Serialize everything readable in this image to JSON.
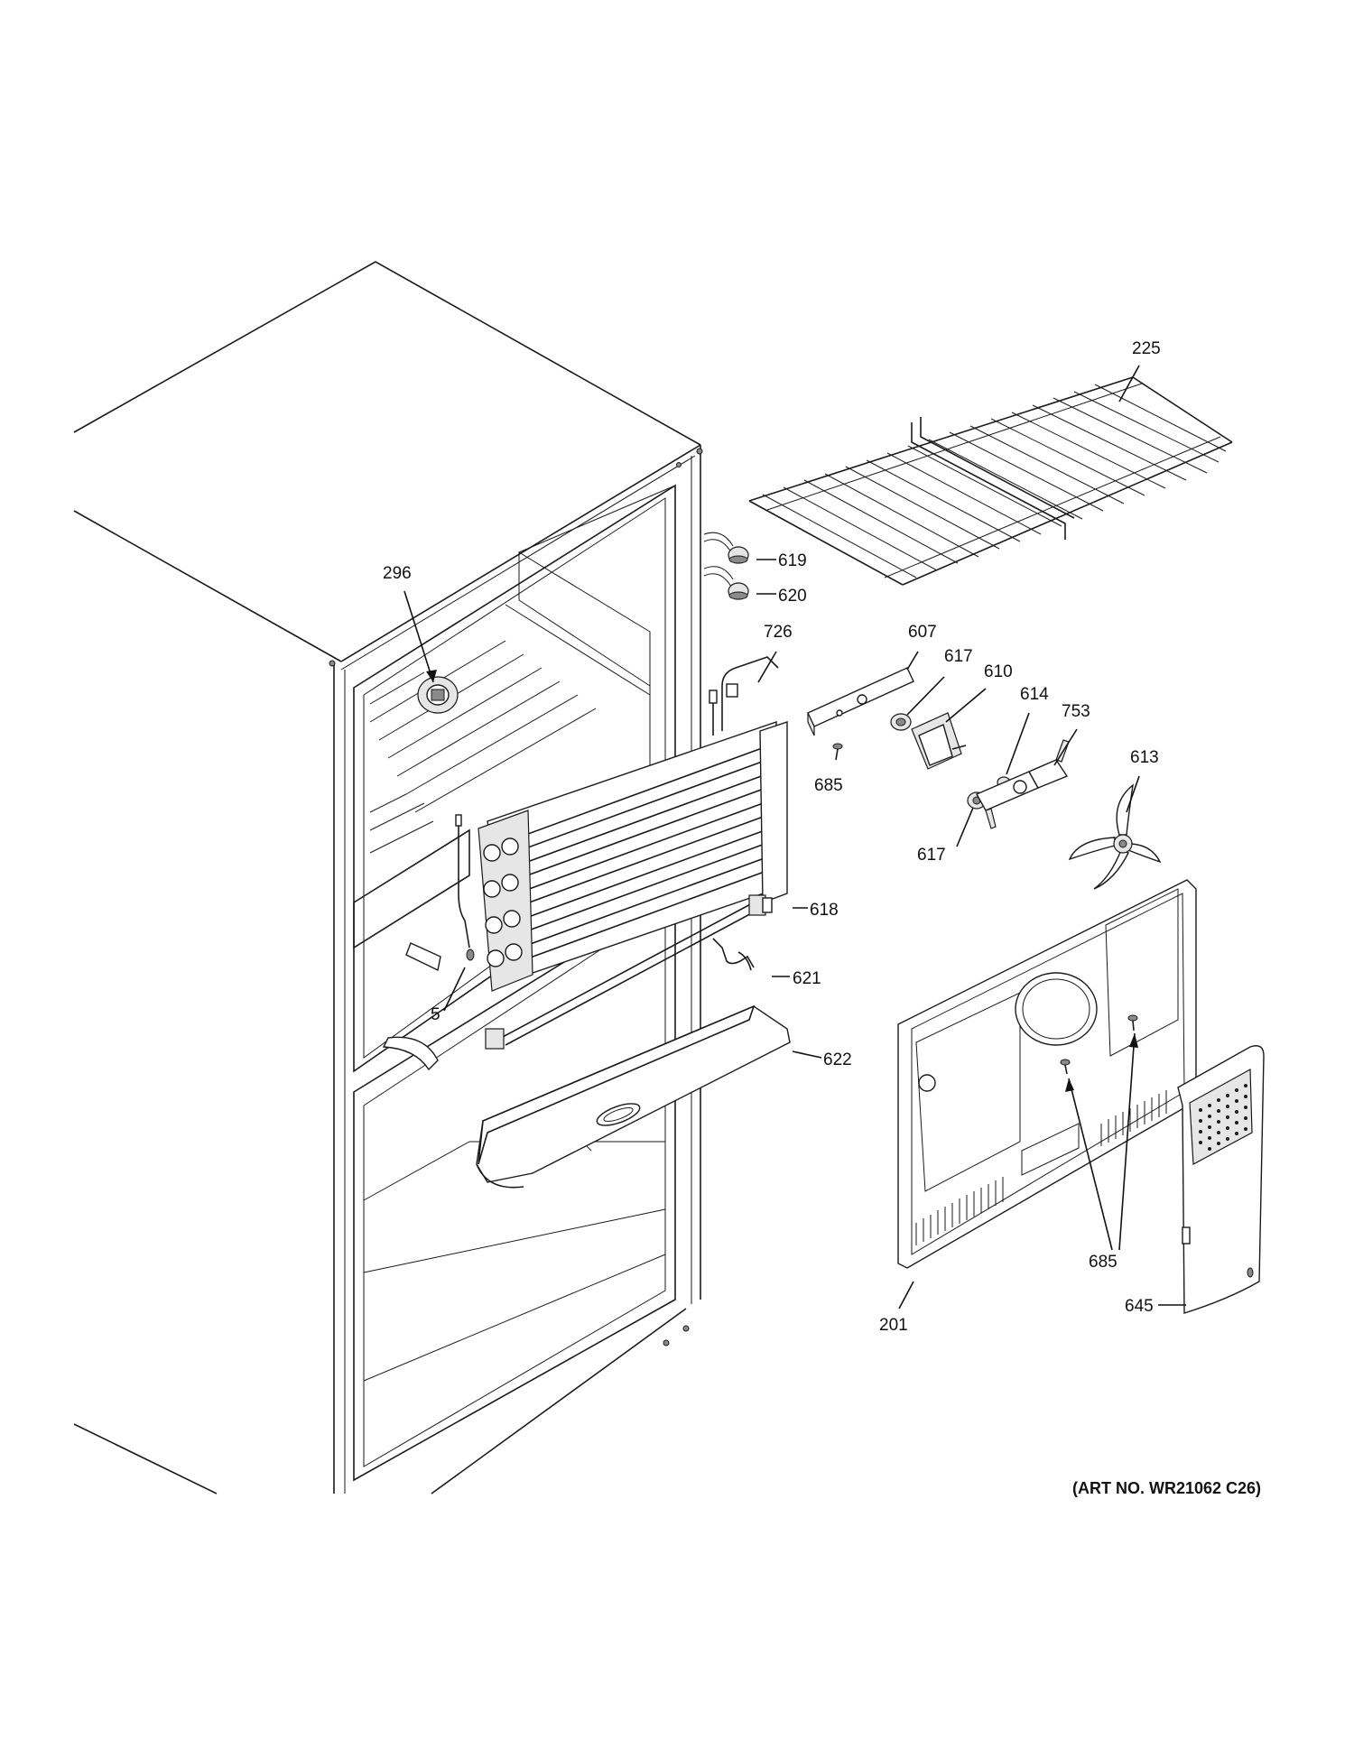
{
  "diagram": {
    "art_number": "(ART NO. WR21062 C26)",
    "callouts": [
      {
        "id": "c225",
        "label": "225"
      },
      {
        "id": "c619",
        "label": "619"
      },
      {
        "id": "c620",
        "label": "620"
      },
      {
        "id": "c296",
        "label": "296"
      },
      {
        "id": "c726",
        "label": "726"
      },
      {
        "id": "c607",
        "label": "607"
      },
      {
        "id": "c617a",
        "label": "617"
      },
      {
        "id": "c610",
        "label": "610"
      },
      {
        "id": "c614",
        "label": "614"
      },
      {
        "id": "c753",
        "label": "753"
      },
      {
        "id": "c613",
        "label": "613"
      },
      {
        "id": "c685a",
        "label": "685"
      },
      {
        "id": "c617b",
        "label": "617"
      },
      {
        "id": "c618",
        "label": "618"
      },
      {
        "id": "c621",
        "label": "621"
      },
      {
        "id": "c5",
        "label": "5"
      },
      {
        "id": "c622",
        "label": "622"
      },
      {
        "id": "c685b",
        "label": "685"
      },
      {
        "id": "c645",
        "label": "645"
      },
      {
        "id": "c201",
        "label": "201"
      }
    ]
  }
}
